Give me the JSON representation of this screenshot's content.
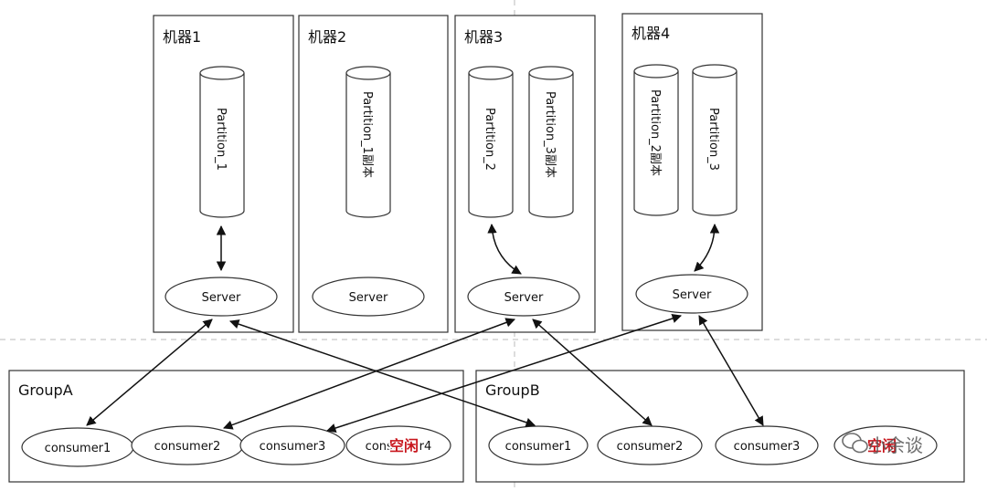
{
  "machines": [
    {
      "title": "机器1",
      "server": "Server",
      "partitions": [
        "Partition_1"
      ]
    },
    {
      "title": "机器2",
      "server": "Server",
      "partitions": [
        "Partition_1副本"
      ]
    },
    {
      "title": "机器3",
      "server": "Server",
      "partitions": [
        "Partition_2",
        "Partition_3副本"
      ]
    },
    {
      "title": "机器4",
      "server": "Server",
      "partitions": [
        "Partition_2副本",
        "Partition_3"
      ]
    }
  ],
  "groups": [
    {
      "title": "GroupA",
      "consumers": [
        "consumer1",
        "consumer2",
        "consumer3",
        "consumer4"
      ],
      "idle_label": "空闲"
    },
    {
      "title": "GroupB",
      "consumers": [
        "consumer1",
        "consumer2",
        "consumer3"
      ],
      "idle_label": "空闲"
    }
  ],
  "watermark": "小余谈"
}
